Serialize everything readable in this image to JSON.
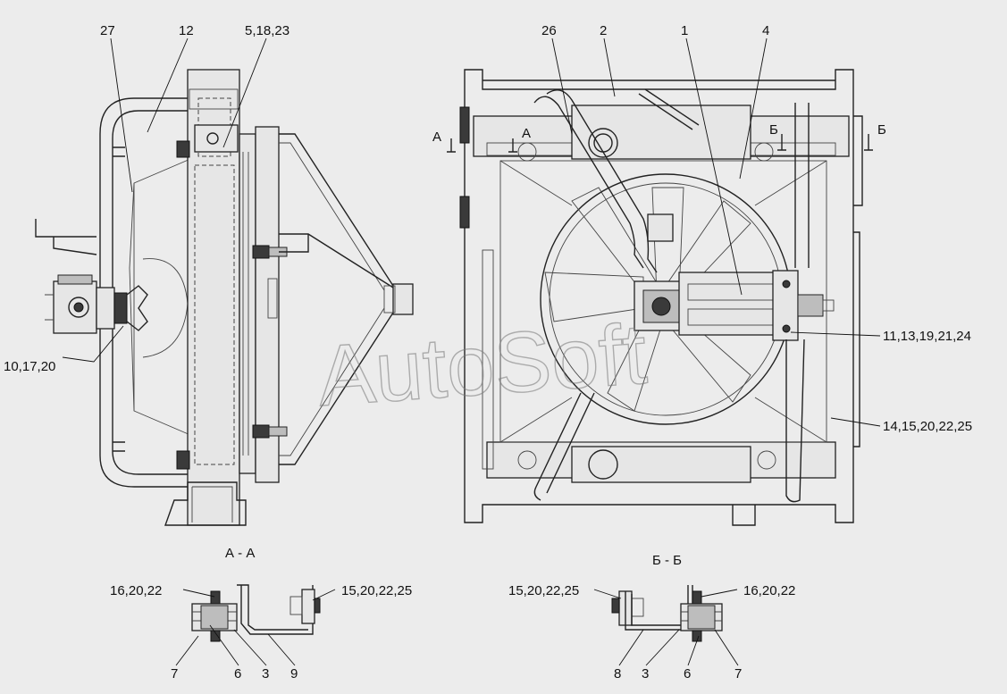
{
  "watermark": "AutoSoft",
  "views": {
    "side": {
      "callouts": [
        "27",
        "12",
        "5,18,23",
        "10,17,20"
      ]
    },
    "front": {
      "callouts": [
        "26",
        "2",
        "1",
        "4",
        "11,13,19,21,24",
        "14,15,20,22,25"
      ],
      "section_marks": [
        "А",
        "А",
        "Б",
        "Б"
      ]
    },
    "section_a": {
      "title": "А - А",
      "callouts": [
        "16,20,22",
        "15,20,22,25",
        "7",
        "6",
        "3",
        "9"
      ]
    },
    "section_b": {
      "title": "Б - Б",
      "callouts": [
        "15,20,22,25",
        "16,20,22",
        "8",
        "3",
        "6",
        "7"
      ]
    }
  }
}
